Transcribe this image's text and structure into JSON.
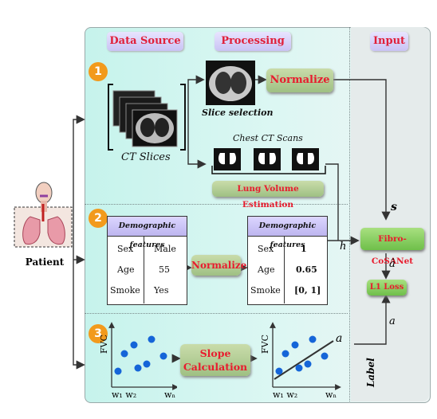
{
  "headers": {
    "data_source": "Data Source",
    "processing": "Processing",
    "input": "Input"
  },
  "steps": [
    "1",
    "2",
    "3"
  ],
  "patient": {
    "label": "Patient"
  },
  "ct": {
    "slices_label": "CT Slices",
    "slice_selection": "Slice selection",
    "chest_ct": "Chest CT Scans"
  },
  "buttons": {
    "normalize_top": "Normalize",
    "lung_volume": "Lung Volume Estimation",
    "normalize_mid": "Normalize",
    "slope_calc_1": "Slope",
    "slope_calc_2": "Calculation"
  },
  "table_left": {
    "title": "Demographic features",
    "rows": [
      [
        "Sex",
        "Male"
      ],
      [
        "Age",
        "55"
      ],
      [
        "Smoke",
        "Yes"
      ]
    ]
  },
  "table_right": {
    "title": "Demographic features",
    "rows": [
      [
        "Sex",
        "1"
      ],
      [
        "Age",
        "0.65"
      ],
      [
        "Smoke",
        "[0, 1]"
      ]
    ]
  },
  "symbols": {
    "s": "s",
    "h": "h",
    "a_hat": "â",
    "a": "a",
    "a_line": "a"
  },
  "model": {
    "fibro": "Fibro-CoSANet",
    "loss": "L1 Loss",
    "label": "Label"
  },
  "plot": {
    "ylabel": "FVC",
    "ticks": [
      "w₁ w₂",
      "wₙ"
    ]
  },
  "colors": {
    "accent_red": "#e81c2e",
    "step_orange": "#f29a1c",
    "dot_blue": "#1565d8"
  }
}
